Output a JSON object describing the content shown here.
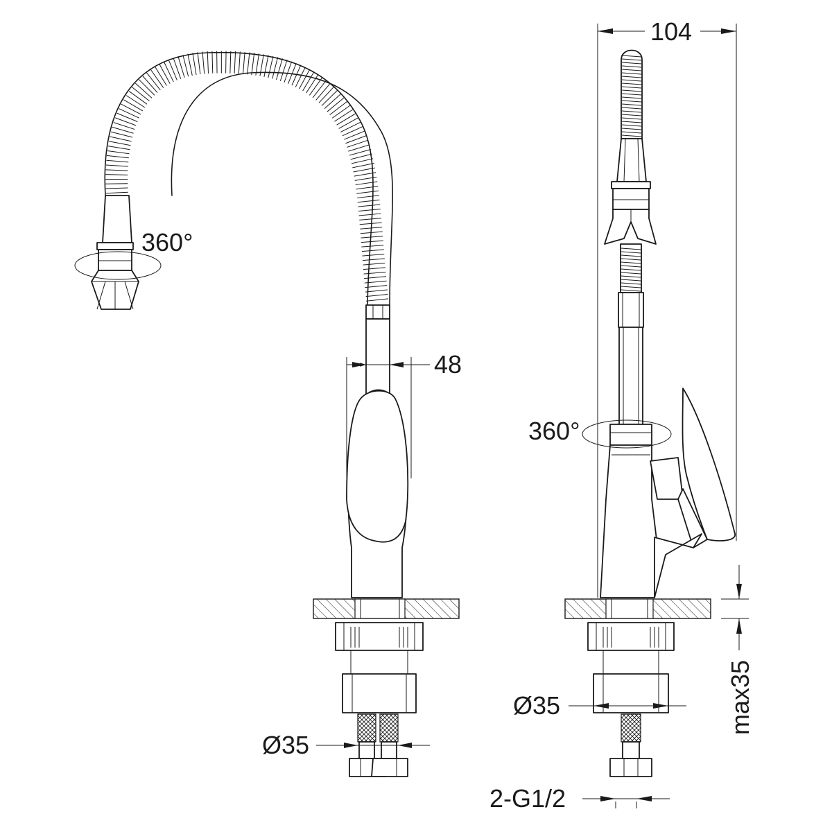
{
  "dimensions": {
    "side_width": "104",
    "stem_width": "48",
    "spout_rotation": "360°",
    "body_rotation": "360°",
    "hose_diameter_front": "Ø35",
    "hose_diameter_side": "Ø35",
    "max_thickness": "max35",
    "connection": "2-G1/2"
  }
}
